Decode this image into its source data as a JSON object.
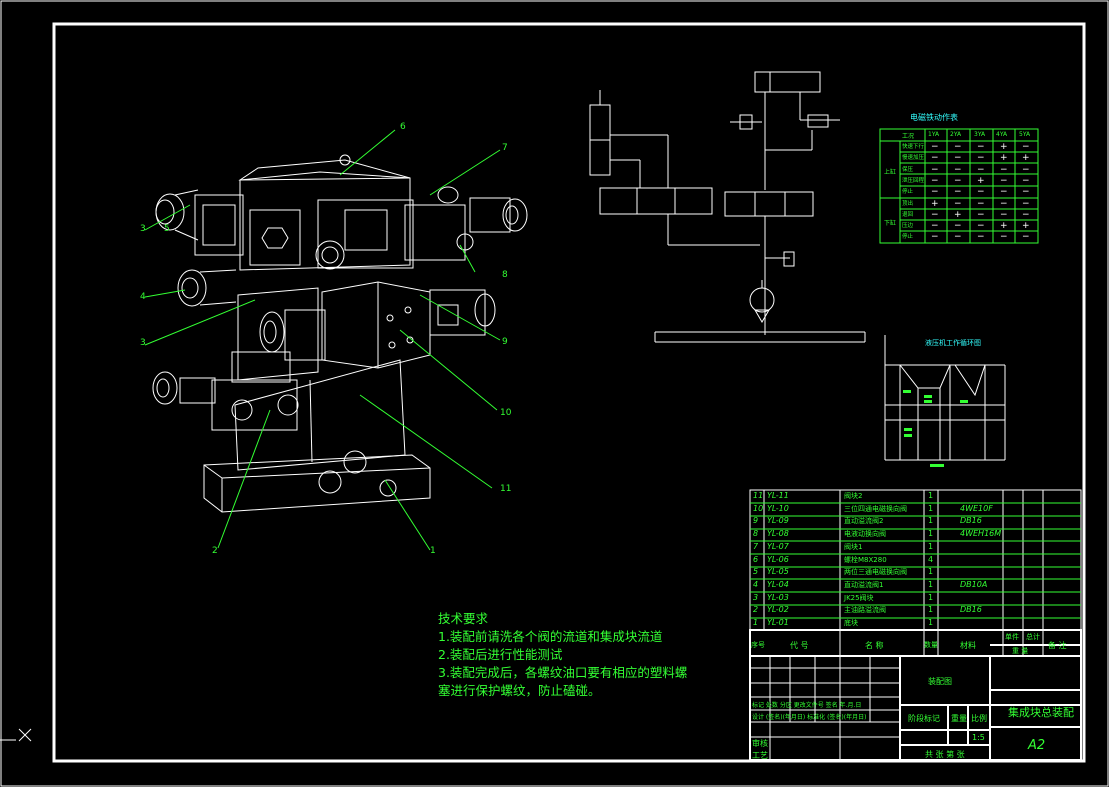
{
  "colors": {
    "background": "#000000",
    "frame": "#ffffff",
    "annotation": "#33ff33",
    "schematic_text": "#33ffff",
    "magenta": "#ff33ff"
  },
  "balloons": [
    "1",
    "2",
    "3",
    "3",
    "4",
    "5",
    "6",
    "7",
    "8",
    "9",
    "10",
    "11"
  ],
  "tech": {
    "title": "技术要求",
    "lines": [
      "1.装配前请洗各个阀的流道和集成块流道",
      "2.装配后进行性能测试",
      "3.装配完成后，各螺纹油口要有相应的塑料螺",
      "塞进行保护螺纹，防止磕碰。"
    ]
  },
  "solenoid_table": {
    "title": "电磁铁动作表",
    "headers": [
      "工况",
      "1YA",
      "2YA",
      "3YA",
      "4YA",
      "5YA"
    ],
    "groups": [
      "上缸",
      "下缸"
    ],
    "rows": [
      {
        "label": "快速下行",
        "cells": [
          "−",
          "−",
          "−",
          "+",
          "−"
        ]
      },
      {
        "label": "慢速加压",
        "cells": [
          "−",
          "−",
          "−",
          "+",
          "+"
        ]
      },
      {
        "label": "保压",
        "cells": [
          "−",
          "−",
          "−",
          "−",
          "−"
        ]
      },
      {
        "label": "泄压回程",
        "cells": [
          "−",
          "−",
          "+",
          "−",
          "−"
        ]
      },
      {
        "label": "停止",
        "cells": [
          "−",
          "−",
          "−",
          "−",
          "−"
        ]
      },
      {
        "label": "顶出",
        "cells": [
          "+",
          "−",
          "−",
          "−",
          "−"
        ]
      },
      {
        "label": "退回",
        "cells": [
          "−",
          "+",
          "−",
          "−",
          "−"
        ]
      },
      {
        "label": "压边",
        "cells": [
          "−",
          "−",
          "−",
          "+",
          "+"
        ]
      },
      {
        "label": "停止",
        "cells": [
          "−",
          "−",
          "−",
          "−",
          "−"
        ]
      }
    ]
  },
  "cycle_chart": {
    "title": "液压机工作循环图"
  },
  "bom": {
    "rows": [
      {
        "no": "11",
        "code": "YL-11",
        "name": "阀块2",
        "qty": "1",
        "material": ""
      },
      {
        "no": "10",
        "code": "YL-10",
        "name": "三位四通电磁换向阀",
        "qty": "1",
        "material": "4WE10F"
      },
      {
        "no": "9",
        "code": "YL-09",
        "name": "直动溢流阀2",
        "qty": "1",
        "material": "DB16"
      },
      {
        "no": "8",
        "code": "YL-08",
        "name": "电液动换向阀",
        "qty": "1",
        "material": "4WEH16M"
      },
      {
        "no": "7",
        "code": "YL-07",
        "name": "阀块1",
        "qty": "1",
        "material": ""
      },
      {
        "no": "6",
        "code": "YL-06",
        "name": "螺栓M8X280",
        "qty": "4",
        "material": ""
      },
      {
        "no": "5",
        "code": "YL-05",
        "name": "两位三通电磁换向阀",
        "qty": "1",
        "material": ""
      },
      {
        "no": "4",
        "code": "YL-04",
        "name": "直动溢流阀1",
        "qty": "1",
        "material": "DB10A"
      },
      {
        "no": "3",
        "code": "YL-03",
        "name": "JK25阀块",
        "qty": "1",
        "material": ""
      },
      {
        "no": "2",
        "code": "YL-02",
        "name": "主油路溢流阀",
        "qty": "1",
        "material": "DB16"
      },
      {
        "no": "1",
        "code": "YL-01",
        "name": "底块",
        "qty": "1",
        "material": ""
      }
    ],
    "header": {
      "no": "序号",
      "code": "代 号",
      "name": "名 称",
      "qty": "数量",
      "material": "材料",
      "unit_weight": "单件",
      "total_weight": "总计",
      "weight": "重 量",
      "remark": "备 注"
    }
  },
  "title_block": {
    "drawing_name": "集成块总装配",
    "assembly_label": "装配图",
    "size": "A2",
    "stage_label": "阶段标记",
    "weight_label": "重量",
    "scale_label": "比例",
    "scale_value": "1:5",
    "sheets": "共 张 第 张",
    "sign_rows": [
      "标记 处数 分区 更改文件号 签名 年.月.日",
      "设计 (签名)(年月日) 标准化 (签名)(年月日)"
    ],
    "review": "审核",
    "process": "工艺"
  }
}
